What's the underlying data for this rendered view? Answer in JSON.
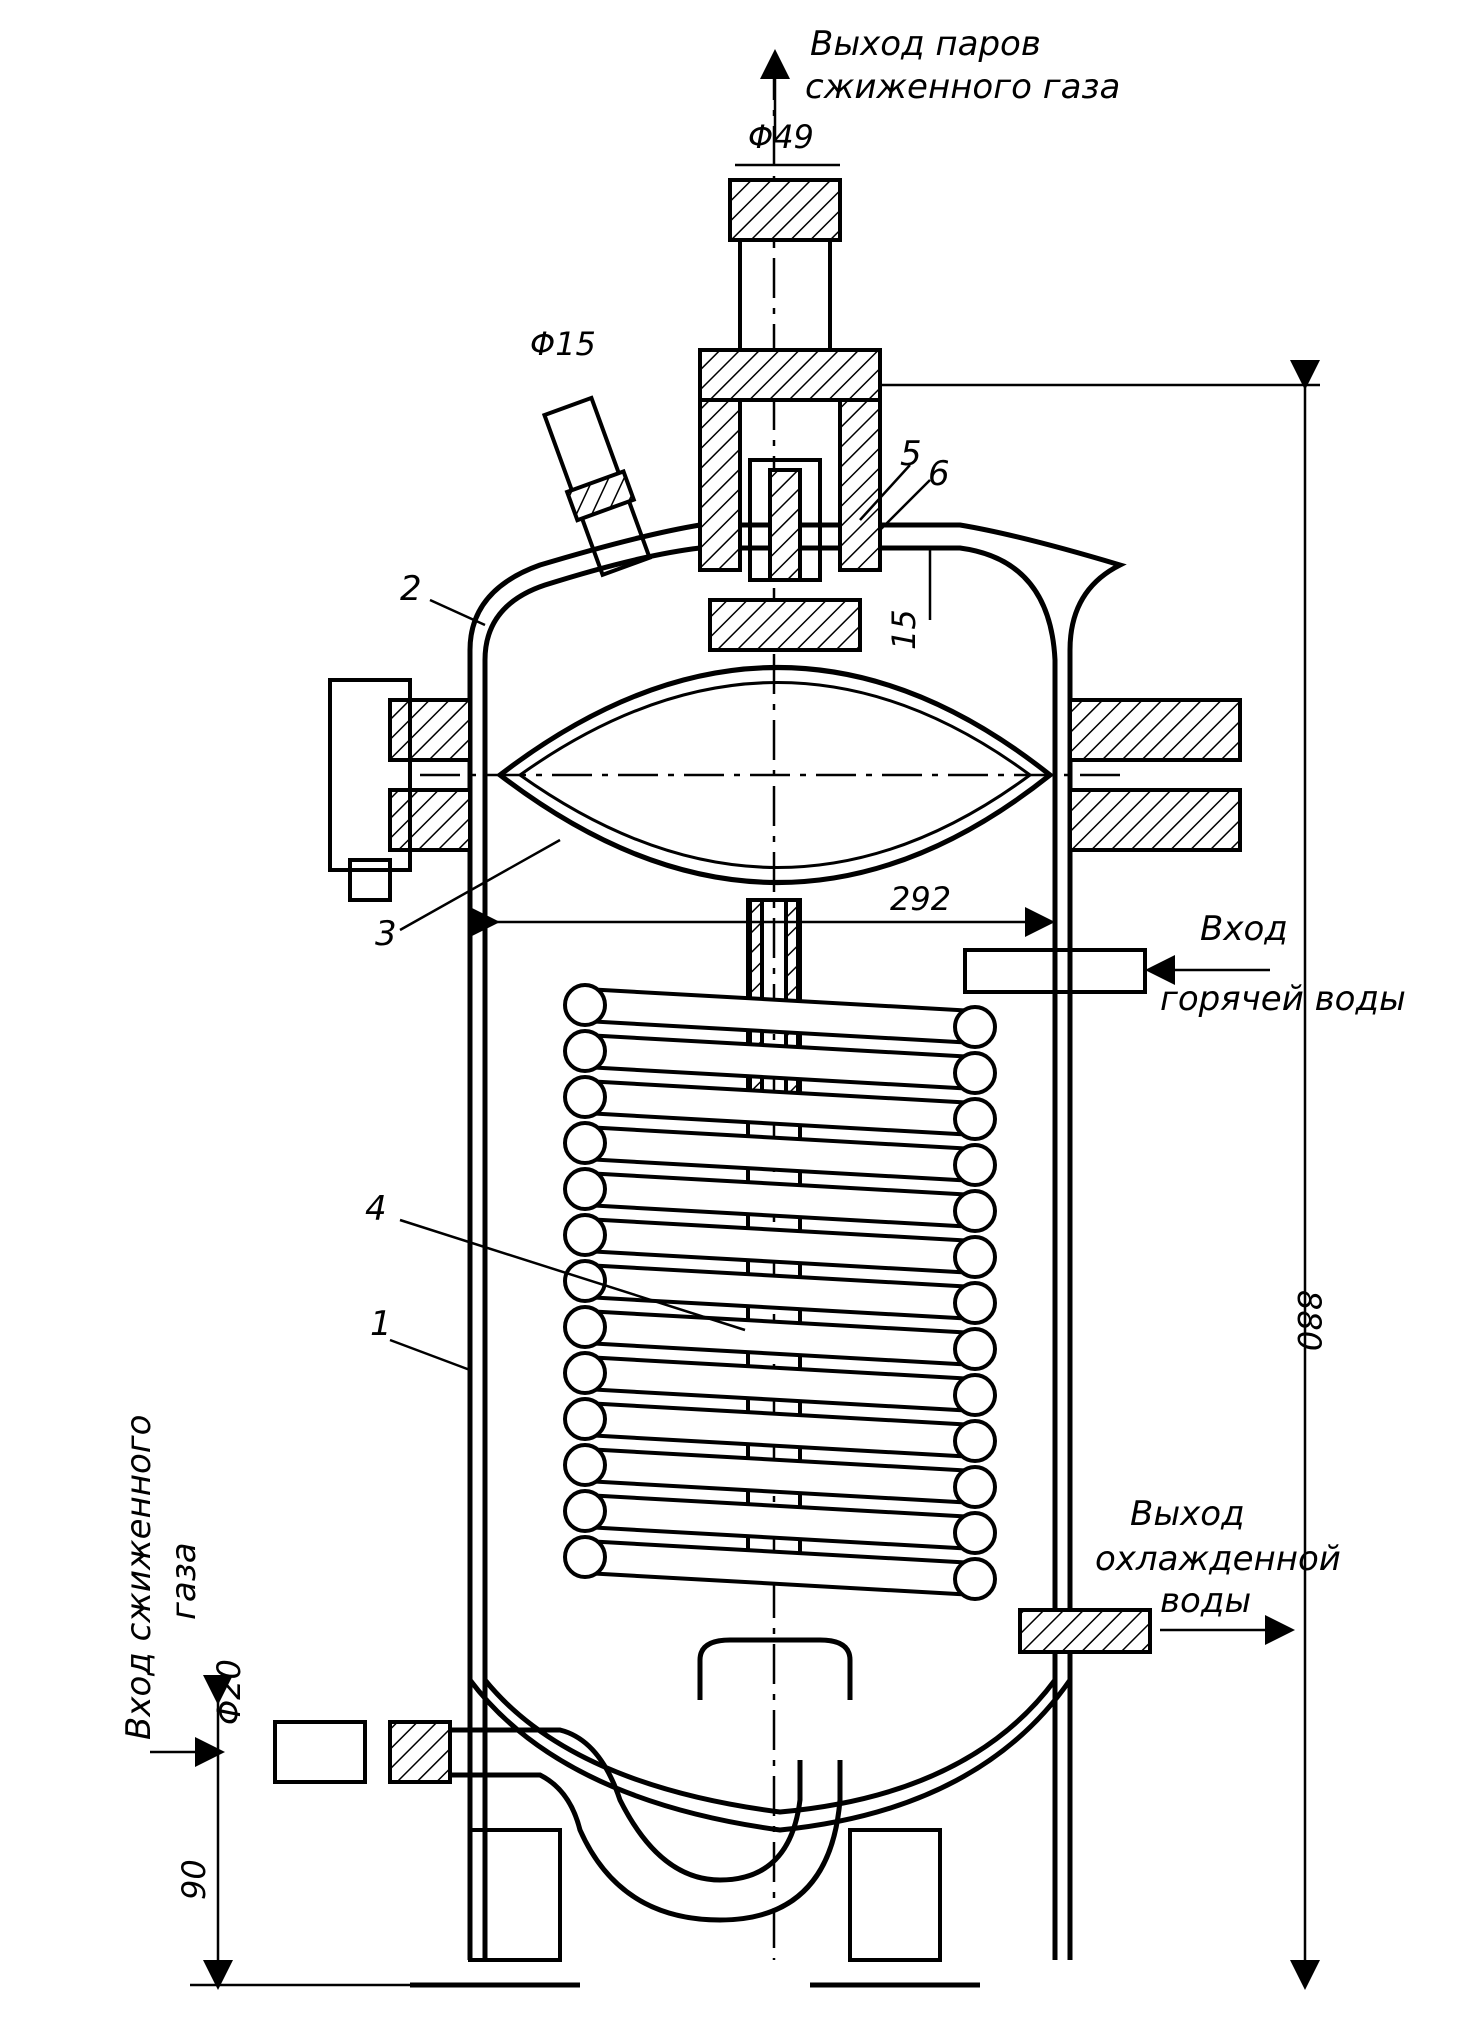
{
  "labels": {
    "vapor_outlet_line1": "Выход паров",
    "vapor_outlet_line2": "сжиженного газа",
    "hot_water_in_line1": "Вход",
    "hot_water_in_line2": "горячей воды",
    "cooled_water_out_line1": "Выход",
    "cooled_water_out_line2": "охлажденной",
    "cooled_water_out_line3": "воды",
    "lpg_inlet_line1": "Вход сжиженного",
    "lpg_inlet_line2": "газа"
  },
  "dimensions": {
    "outlet_dia": "Φ49",
    "valve_dia": "Φ15",
    "gap": "15",
    "inner_width": "292",
    "height": "880",
    "inlet_dia": "Φ20",
    "inlet_height": "90"
  },
  "part_numbers": [
    "1",
    "2",
    "3",
    "4",
    "5",
    "6"
  ]
}
